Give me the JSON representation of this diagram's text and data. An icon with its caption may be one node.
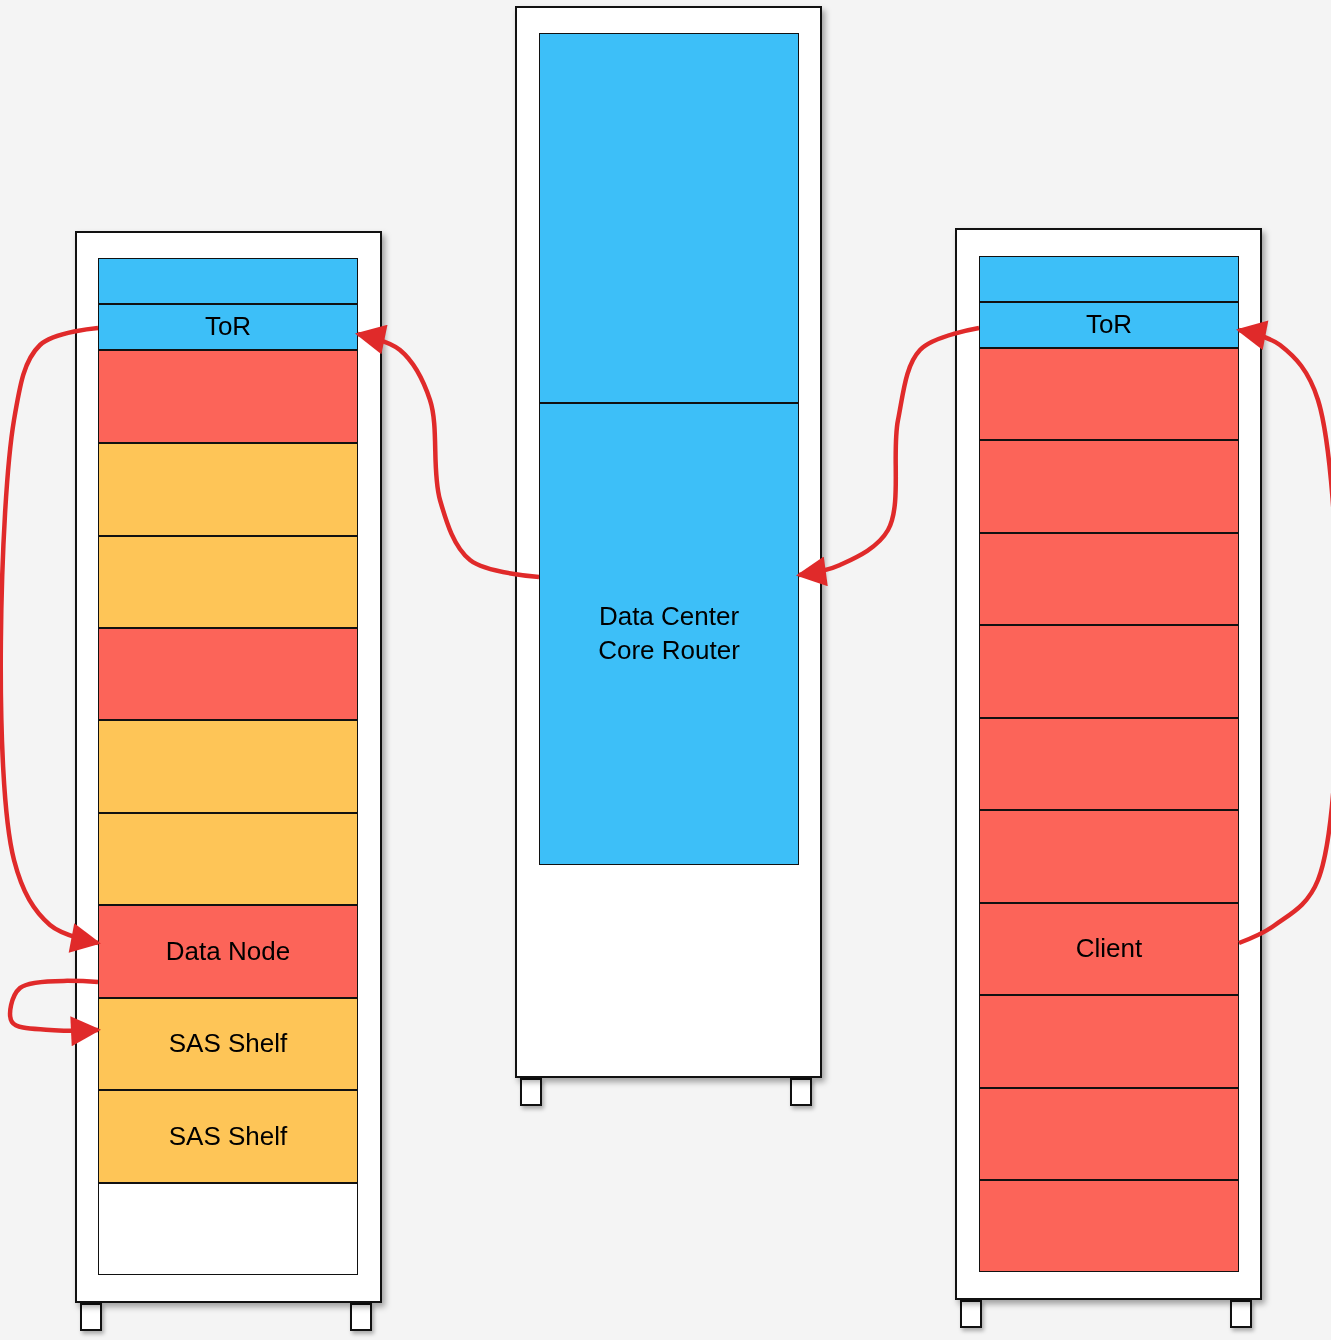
{
  "diagram": {
    "nodes": [
      {
        "text": [],
        "shape": "box"
      },
      {
        "text": [],
        "shape": "box",
        "in": 0
      },
      {
        "text": [
          "ToR"
        ],
        "in": 0
      },
      {
        "text": [],
        "shape": "box",
        "in": 0
      },
      {
        "text": [],
        "shape": "box",
        "in": 0
      },
      {
        "text": [],
        "shape": "box",
        "in": 0
      },
      {
        "text": [],
        "shape": "box",
        "in": 0
      },
      {
        "text": [],
        "shape": "box",
        "in": 0
      },
      {
        "text": [],
        "shape": "box",
        "in": 0
      },
      {
        "text": [
          "Data Node"
        ],
        "in": 0
      },
      {
        "text": [
          "SAS Shelf"
        ],
        "in": 0
      },
      {
        "text": [
          "SAS Shelf"
        ],
        "in": 0
      },
      {
        "text": [],
        "shape": "box",
        "in": 0
      },
      {
        "text": [],
        "shape": "box"
      },
      {
        "text": [],
        "shape": "box",
        "in": 13
      },
      {
        "text": [
          "Data Center Core Router"
        ],
        "in": 13
      },
      {
        "text": [],
        "shape": "box"
      },
      {
        "text": [],
        "shape": "box",
        "in": 16
      },
      {
        "text": [
          "ToR"
        ],
        "in": 16
      },
      {
        "text": [],
        "shape": "box",
        "in": 16
      },
      {
        "text": [],
        "shape": "box",
        "in": 16
      },
      {
        "text": [],
        "shape": "box",
        "in": 16
      },
      {
        "text": [],
        "shape": "box",
        "in": 16
      },
      {
        "text": [],
        "shape": "box",
        "in": 16
      },
      {
        "text": [],
        "shape": "box",
        "in": 16
      },
      {
        "text": [
          "Client"
        ],
        "in": 16
      },
      {
        "text": [],
        "shape": "box",
        "in": 16
      },
      {
        "text": [],
        "shape": "box",
        "in": 16
      },
      {
        "text": [],
        "shape": "box",
        "in": 16
      }
    ],
    "edges": [
      {
        "from": 2,
        "to": 9,
        "arrow": "to"
      },
      {
        "from": 9,
        "to": 10,
        "arrow": "to"
      },
      {
        "from": 15,
        "to": 2,
        "arrow": "to"
      },
      {
        "from": 18,
        "to": 15,
        "arrow": "to"
      },
      {
        "from": 25,
        "to": 18,
        "arrow": "to"
      }
    ]
  }
}
